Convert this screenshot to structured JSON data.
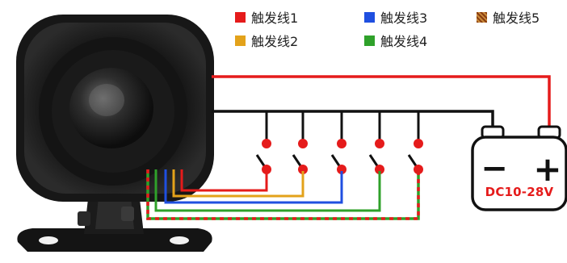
{
  "legend": [
    {
      "label": "触发线1",
      "color": "#e51b1b",
      "pattern": "solid"
    },
    {
      "label": "触发线3",
      "color": "#1f4fe0",
      "pattern": "solid"
    },
    {
      "label": "触发线5",
      "color": "#9a4a12",
      "pattern": "hatch"
    },
    {
      "label": "触发线2",
      "color": "#e3a21a",
      "pattern": "solid"
    },
    {
      "label": "触发线4",
      "color": "#2fa12a",
      "pattern": "solid"
    }
  ],
  "battery": {
    "minus": "−",
    "plus": "+",
    "voltage": "DC10-28V",
    "voltage_color": "#e51b1b"
  },
  "colors": {
    "positive_wire": "#e51b1b",
    "common_wire": "#111111",
    "switch_dot": "#e51b1b",
    "speaker_body": "#1a1a1a"
  },
  "switch_count": 5
}
